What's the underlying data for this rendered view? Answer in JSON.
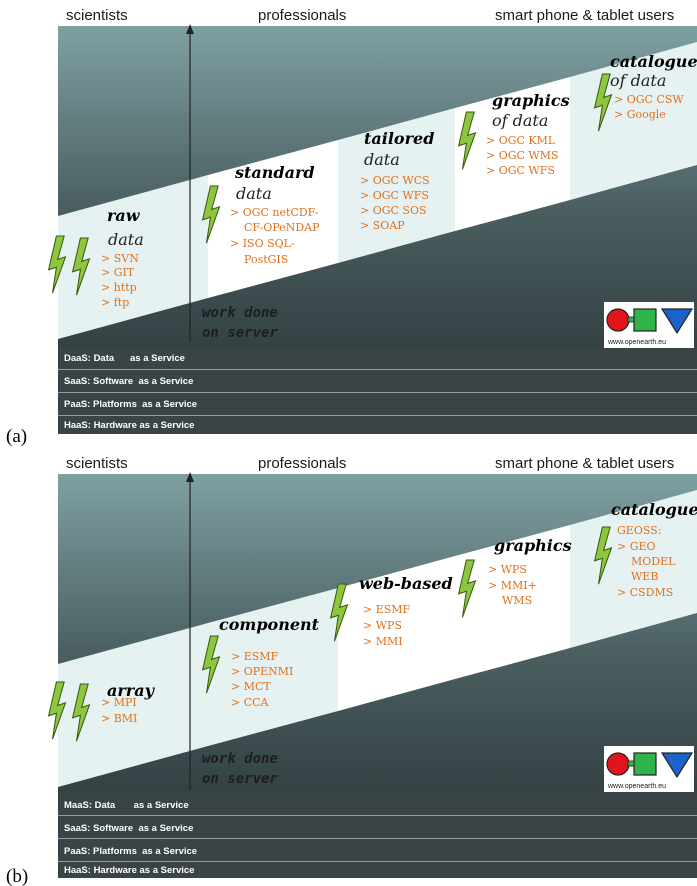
{
  "colors": {
    "dark": "#2c3436",
    "band_light": "#e6f2f2",
    "band_white": "#ffffff",
    "item_orange": "#e0701e",
    "bolt_fill": "#8dc63f",
    "bolt_stroke": "#3a5a10",
    "logo_red": "#e0141a",
    "logo_green": "#2fb34a",
    "logo_blue": "#1a63c9"
  },
  "icons": {
    "bolt": "lightning-bolt-icon",
    "logo": "openearth-logo-icon"
  },
  "audience": [
    "scientists",
    "professionals",
    "smart phone & tablet users"
  ],
  "work_label": [
    "work done",
    "on server"
  ],
  "logo_url": "www.openearth.eu",
  "panels": [
    {
      "label": "(a)",
      "stages": [
        {
          "title": "raw",
          "sub": "data",
          "items": [
            "> SVN",
            "> GIT",
            "> http",
            "> ftp"
          ]
        },
        {
          "title": "standard",
          "sub": "data",
          "items": [
            "> OGC netCDF-",
            "CF-OPeNDAP",
            "> ISO SQL-",
            "PostGIS"
          ]
        },
        {
          "title": "tailored",
          "sub": "data",
          "items": [
            "> OGC WCS",
            "> OGC WFS",
            "> OGC  SOS",
            "> SOAP"
          ]
        },
        {
          "title": "graphics",
          "sub": "of data",
          "items": [
            "> OGC KML",
            "> OGC WMS",
            "> OGC WFS"
          ]
        },
        {
          "title": "catalogue",
          "sub": "of data",
          "items": [
            "> OGC CSW",
            "> Google"
          ]
        }
      ],
      "layers": [
        "DaaS: Data      as a Service",
        "SaaS: Software  as a Service",
        "PaaS: Platforms  as a Service",
        "HaaS: Hardware as a Service"
      ]
    },
    {
      "label": "(b)",
      "stages": [
        {
          "title": "array",
          "sub": "",
          "items": [
            "> MPI",
            "> BMI"
          ]
        },
        {
          "title": "component",
          "sub": "",
          "items": [
            "> ESMF",
            "> OPENMI",
            "> MCT",
            "> CCA"
          ]
        },
        {
          "title": "web-based",
          "sub": "",
          "items": [
            "> ESMF",
            "> WPS",
            "> MMI"
          ]
        },
        {
          "title": "graphics",
          "sub": "",
          "items": [
            "> WPS",
            "> MMI+",
            "WMS"
          ]
        },
        {
          "title": "catalogue",
          "sub": "",
          "items": [
            "GEOSS:",
            "> GEO",
            "MODEL",
            "WEB",
            "> CSDMS"
          ]
        }
      ],
      "layers": [
        "MaaS: Data       as a Service",
        "SaaS: Software  as a Service",
        "PaaS: Platforms  as a Service",
        "HaaS: Hardware as a Service"
      ]
    }
  ]
}
